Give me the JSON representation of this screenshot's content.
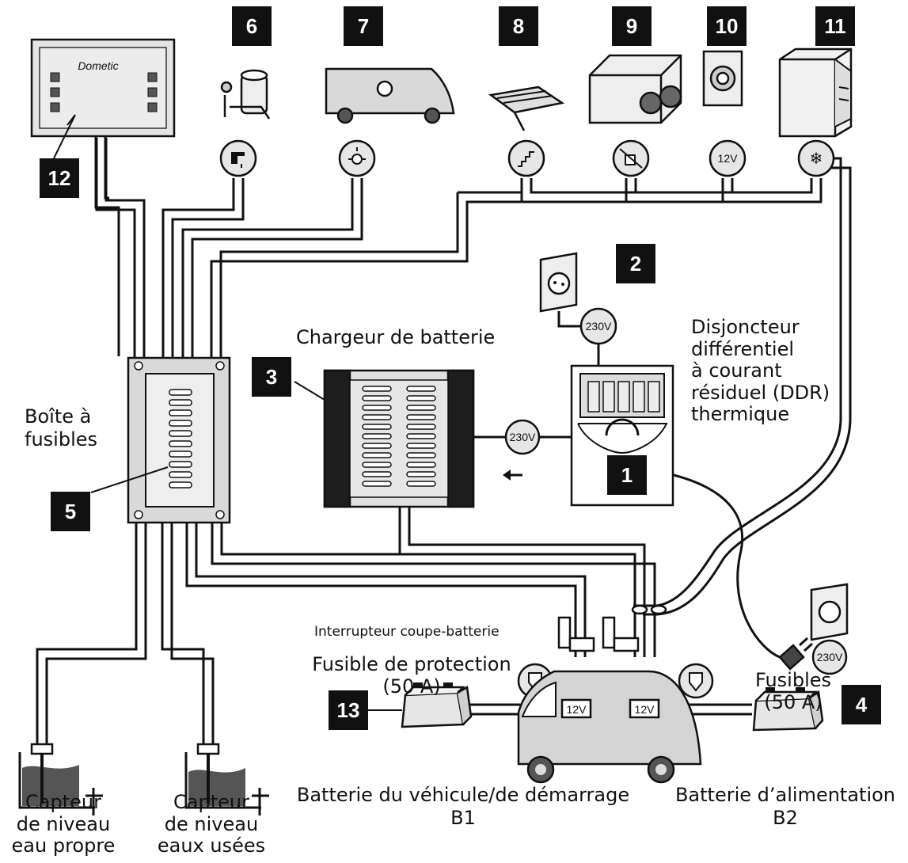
{
  "badges": {
    "b1": "1",
    "b2": "2",
    "b3": "3",
    "b4": "4",
    "b5": "5",
    "b6": "6",
    "b7": "7",
    "b8": "8",
    "b9": "9",
    "b10": "10",
    "b11": "11",
    "b12": "12",
    "b13": "13"
  },
  "labels": {
    "charger": "Chargeur de batterie",
    "rcd": [
      "Disjoncteur",
      "différentiel",
      "à courant",
      "résiduel (DDR)",
      "thermique"
    ],
    "fusebox": [
      "Boîte à",
      "fusibles"
    ],
    "battery_switch": "Interrupteur coupe-batterie",
    "protection_fuse": [
      "Fusible de protection",
      "(50 A)"
    ],
    "fuses": [
      "Fusibles",
      "(50 A)"
    ],
    "vehicle_battery": [
      "Batterie du véhicule/de démarrage",
      "B1"
    ],
    "supply_battery": [
      "Batterie d’alimentation",
      "B2"
    ],
    "fresh_water_sensor": [
      "Capteur",
      "de niveau",
      "eau propre"
    ],
    "waste_water_sensor": [
      "Capteur",
      "de niveau",
      "eaux usées"
    ]
  },
  "symbols": {
    "v230": "230V",
    "v12": "12V",
    "panel_brand": "Dometic"
  },
  "icons": [
    "tap-icon",
    "lamp-icon",
    "step-icon",
    "heater-icon",
    "socket-12v-icon",
    "snowflake-icon",
    "fuse-icon",
    "plug-icon"
  ]
}
